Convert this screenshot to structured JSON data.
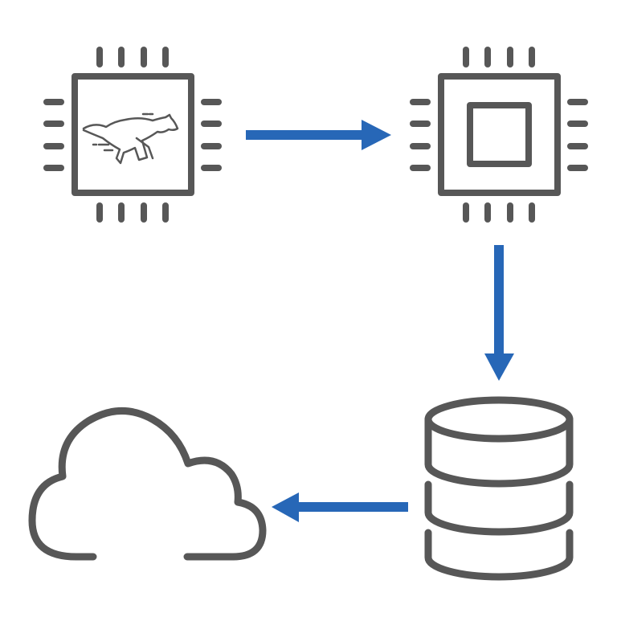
{
  "colors": {
    "icon_stroke": "#575757",
    "arrow": "#2767b7",
    "background": "#ffffff"
  },
  "icons": [
    "fast-processor-chip-icon",
    "processor-chip-icon",
    "database-icon",
    "cloud-icon"
  ],
  "flow": [
    {
      "from": "fast-processor-chip-icon",
      "to": "processor-chip-icon",
      "direction": "right"
    },
    {
      "from": "processor-chip-icon",
      "to": "database-icon",
      "direction": "down"
    },
    {
      "from": "database-icon",
      "to": "cloud-icon",
      "direction": "left"
    }
  ]
}
